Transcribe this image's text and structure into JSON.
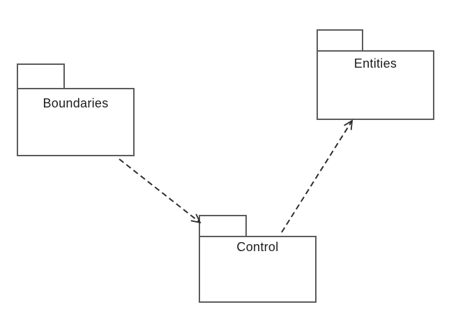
{
  "diagram": {
    "type": "uml-package-diagram",
    "background_color": "#ffffff",
    "box_border_color": "#5b5b5b",
    "arrow_color": "#2d2d2d",
    "text_color": "#1a1a1a",
    "packages": [
      {
        "id": "boundaries",
        "label": "Boundaries"
      },
      {
        "id": "entities",
        "label": "Entities"
      },
      {
        "id": "control",
        "label": "Control"
      }
    ],
    "edges": [
      {
        "from": "Boundaries",
        "to": "Control",
        "line_style": "dashed",
        "arrowhead": "open"
      },
      {
        "from": "Control",
        "to": "Entities",
        "line_style": "dashed",
        "arrowhead": "open"
      }
    ]
  }
}
